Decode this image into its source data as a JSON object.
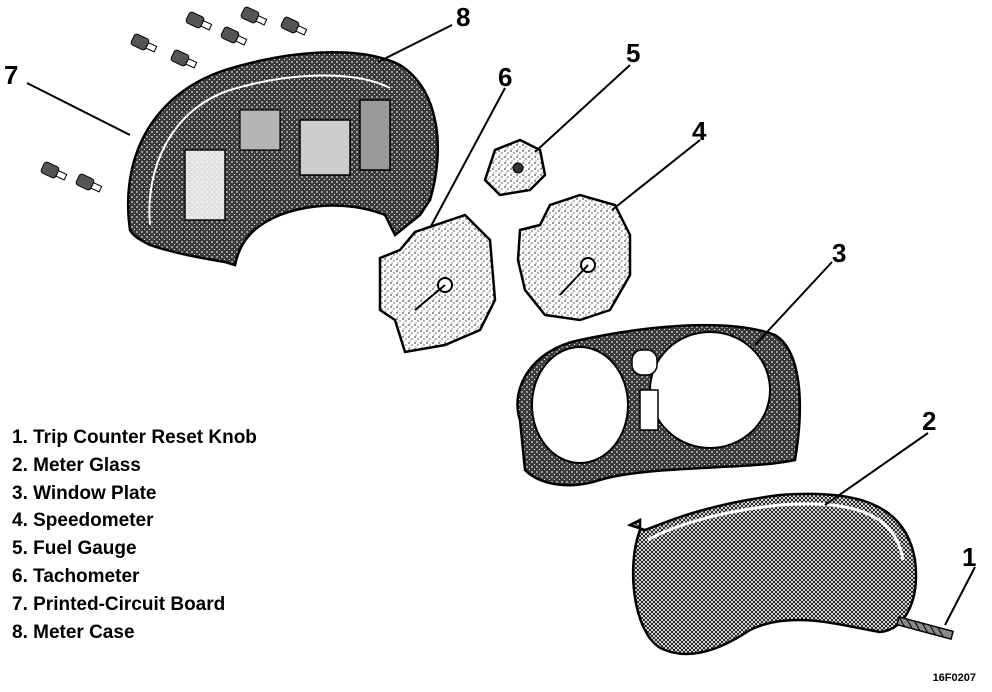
{
  "callouts": {
    "n1": "1",
    "n2": "2",
    "n3": "3",
    "n4": "4",
    "n5": "5",
    "n6": "6",
    "n7": "7",
    "n8": "8"
  },
  "legend": [
    "1. Trip Counter Reset Knob",
    "2. Meter Glass",
    "3. Window Plate",
    "4. Speedometer",
    "5. Fuel Gauge",
    "6. Tachometer",
    "7. Printed-Circuit Board",
    "8. Meter Case"
  ],
  "figure_code": "16F0207",
  "colors": {
    "line": "#000000",
    "paper": "#ffffff",
    "shade": "#8a8a8a",
    "dark": "#2a2a2a"
  }
}
